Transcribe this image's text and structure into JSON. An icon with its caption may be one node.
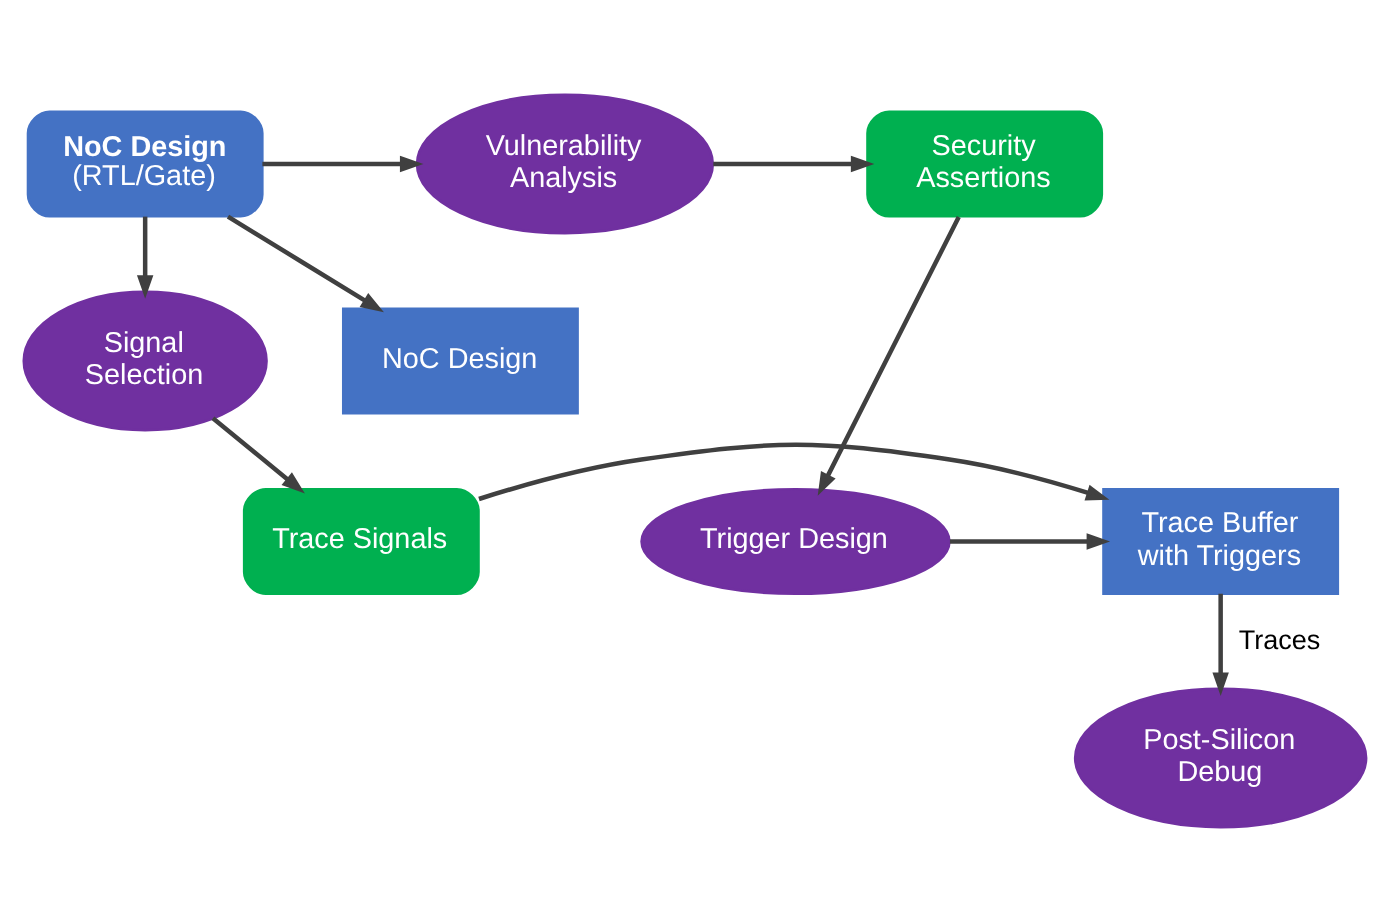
{
  "diagram": {
    "nodes": [
      {
        "text": [
          "NoC Design",
          "(RTL/Gate)"
        ]
      },
      {
        "text": [
          "Vulnerability Analysis"
        ]
      },
      {
        "text": [
          "Security Assertions"
        ]
      },
      {
        "text": [
          "Signal Selection"
        ]
      },
      {
        "text": [
          "Trace Signals"
        ]
      },
      {
        "text": [
          "NoC Design"
        ]
      },
      {
        "text": [
          "Trace Buffer with Triggers"
        ]
      },
      {
        "text": [
          "Trigger Design"
        ]
      },
      {
        "text": [
          "Post-Silicon Debug"
        ]
      }
    ],
    "edges": [
      {
        "from": 0,
        "to": 1,
        "arrow": "to"
      },
      {
        "from": 1,
        "to": 2,
        "arrow": "to"
      },
      {
        "from": 0,
        "to": 3,
        "arrow": "to"
      },
      {
        "from": 0,
        "to": 5,
        "arrow": "to"
      },
      {
        "from": 3,
        "to": 4,
        "arrow": "to"
      },
      {
        "from": 4,
        "to": 6,
        "arrow": "to"
      },
      {
        "from": 2,
        "to": 7,
        "arrow": "to"
      },
      {
        "from": 7,
        "to": 6,
        "arrow": "to"
      },
      {
        "from": 6,
        "to": 8,
        "arrow": "to",
        "label": "Traces"
      }
    ]
  }
}
